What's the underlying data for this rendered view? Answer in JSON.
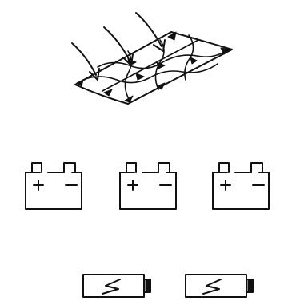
{
  "scene": {
    "solar_panel": {
      "icon": "solar-panel-icon",
      "sun_rays": 3
    },
    "car_batteries": {
      "icon": "car-battery-icon",
      "count": 3,
      "terminal_plus": "+",
      "terminal_minus": "−"
    },
    "cylinder_batteries": {
      "icon": "battery-cell-icon",
      "count": 2,
      "symbol": "lightning-bolt-icon"
    },
    "colors": {
      "ink": "#111111",
      "background": "#ffffff"
    }
  }
}
